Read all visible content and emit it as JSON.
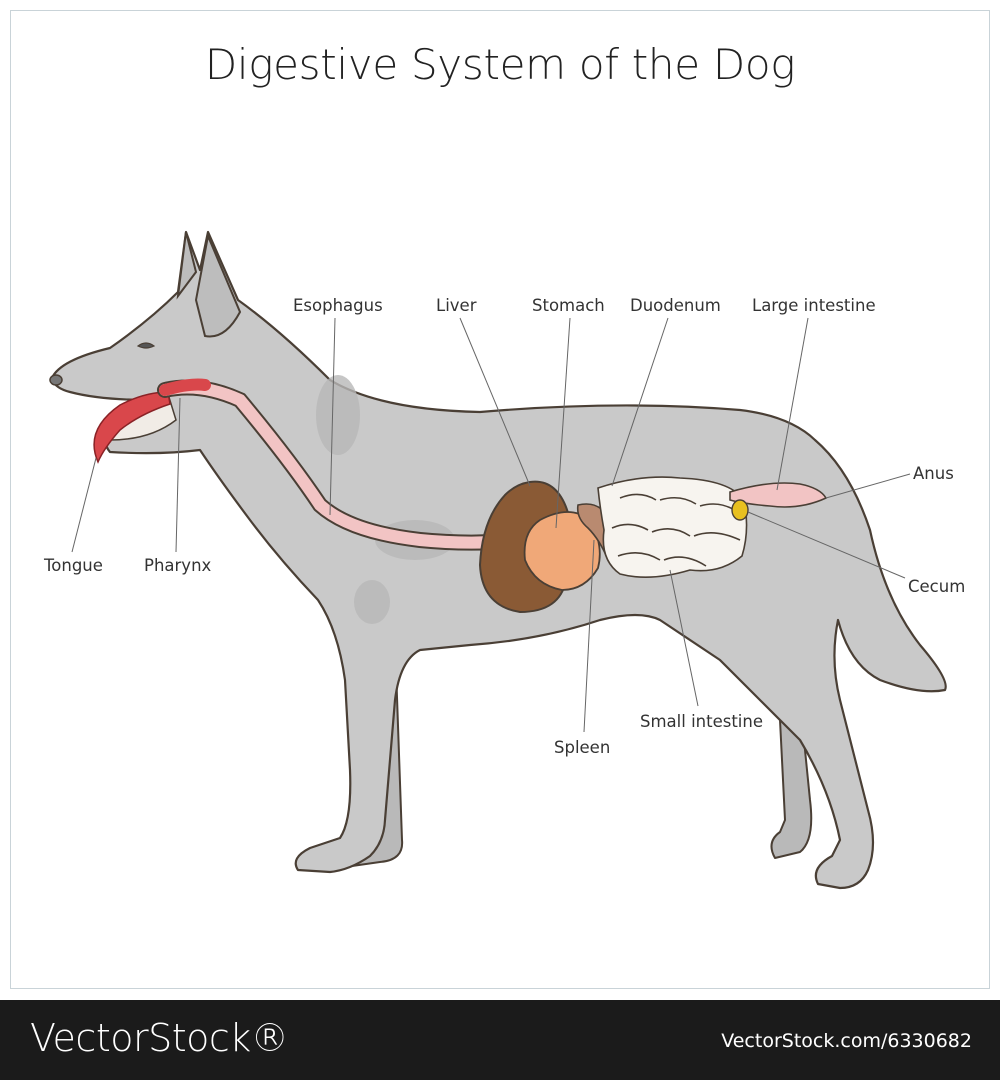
{
  "title": "Digestive System of the Dog",
  "labels": {
    "esophagus": "Esophagus",
    "liver": "Liver",
    "stomach": "Stomach",
    "duodenum": "Duodenum",
    "large_intestine": "Large intestine",
    "anus": "Anus",
    "cecum": "Cecum",
    "tongue": "Tongue",
    "pharynx": "Pharynx",
    "small_intestine": "Small intestine",
    "spleen": "Spleen"
  },
  "footer": {
    "brand": "VectorStock®",
    "image_id": "VectorStock.com/6330682"
  },
  "colors": {
    "body": "#c9c9c9",
    "outline": "#4a3f35",
    "esophagus": "#f2c4c4",
    "tongue": "#d9474b",
    "liver": "#8a5a35",
    "stomach": "#f0a878",
    "spleen": "#b98a70",
    "intestine": "#f7f4ef",
    "cecum": "#e8c020",
    "footer_bg": "#1b1b1b"
  }
}
